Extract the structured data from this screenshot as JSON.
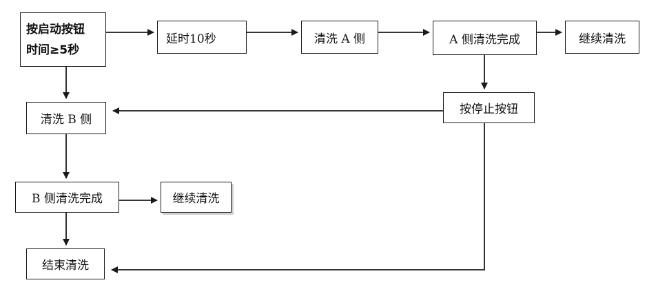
{
  "diagram": {
    "start": {
      "line1": "按启动按钮",
      "line2": "时间≥5秒"
    },
    "delay": "延时10秒",
    "wash_a": "清洗 A 侧",
    "a_done": "A 侧清洗完成",
    "continue_top": "继续清洗",
    "stop_button": "按停止按钮",
    "wash_b": "清洗 B 侧",
    "b_done": "B 侧清洗完成",
    "continue_bottom": "继续清洗",
    "end": "结束清洗"
  },
  "colors": {
    "line": "#1a1a1a",
    "box_border": "#1a1a1a",
    "background": "#ffffff"
  }
}
